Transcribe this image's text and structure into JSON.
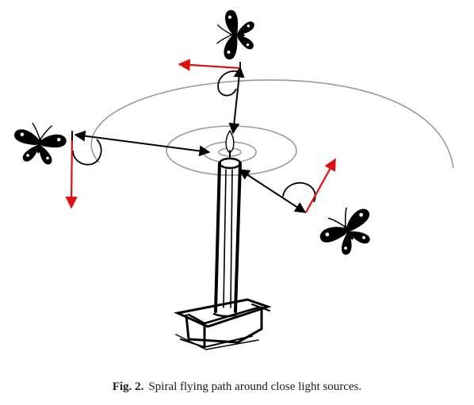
{
  "figure": {
    "caption_label": "Fig. 2.",
    "caption_text": "Spiral flying path around close light sources.",
    "colors": {
      "spiral": "#9a9a9a",
      "ink": "#000000",
      "heading_arrow": "#e01010",
      "background": "#ffffff"
    },
    "elements": {
      "light_source": "candle",
      "path": "spiral",
      "moths": [
        "moth-top",
        "moth-left",
        "moth-right"
      ],
      "angle_marks": 3
    }
  }
}
